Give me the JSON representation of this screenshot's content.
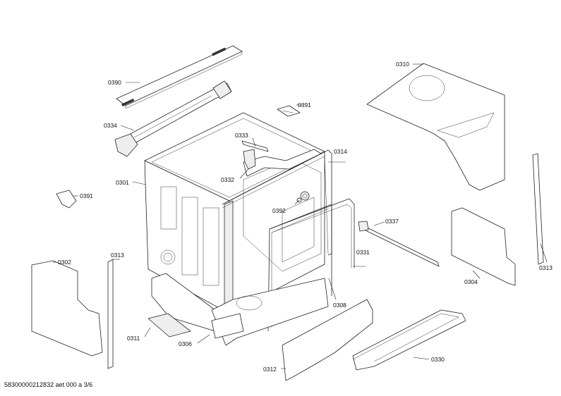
{
  "parts": [
    {
      "id": "0390",
      "label": "0390"
    },
    {
      "id": "0334",
      "label": "0334"
    },
    {
      "id": "0391a",
      "label": "0391"
    },
    {
      "id": "0333",
      "label": "0333"
    },
    {
      "id": "0332",
      "label": "0332"
    },
    {
      "id": "0314",
      "label": "0314"
    },
    {
      "id": "0301",
      "label": "0301"
    },
    {
      "id": "0391b",
      "label": "0391"
    },
    {
      "id": "0392",
      "label": "0392"
    },
    {
      "id": "0310",
      "label": "0310"
    },
    {
      "id": "0337",
      "label": "0337"
    },
    {
      "id": "0313a",
      "label": "0313"
    },
    {
      "id": "0302",
      "label": "0302"
    },
    {
      "id": "0331",
      "label": "0331"
    },
    {
      "id": "0304",
      "label": "0304"
    },
    {
      "id": "0313b",
      "label": "0313"
    },
    {
      "id": "0308",
      "label": "0308"
    },
    {
      "id": "0311",
      "label": "0311"
    },
    {
      "id": "0306",
      "label": "0306"
    },
    {
      "id": "0312",
      "label": "0312"
    },
    {
      "id": "0330",
      "label": "0330"
    }
  ],
  "document_id": "58300000212832 aet 000 a 3/6"
}
